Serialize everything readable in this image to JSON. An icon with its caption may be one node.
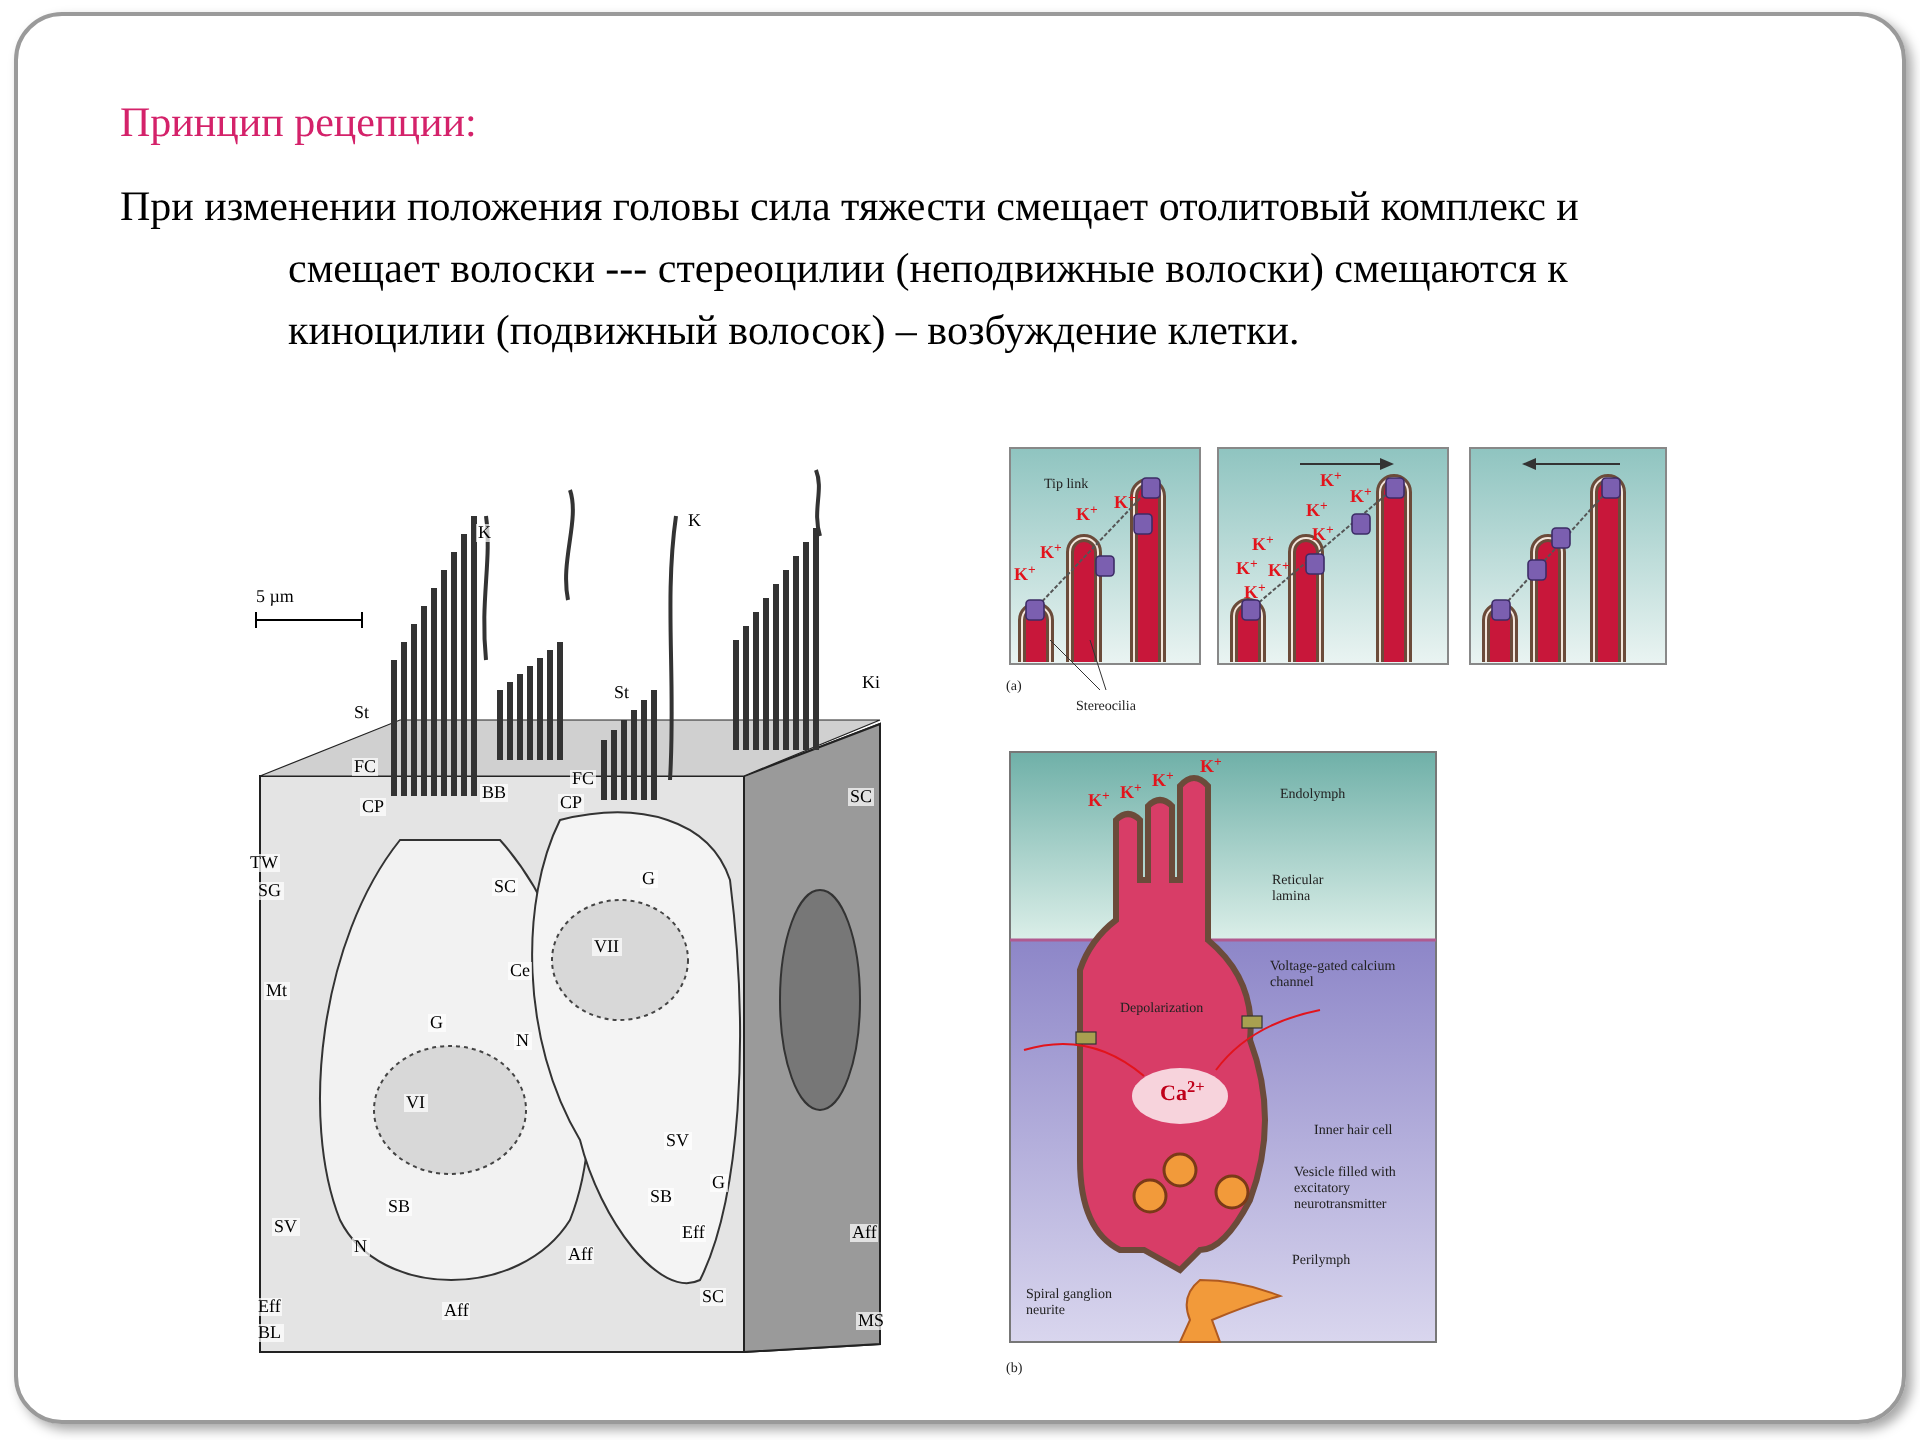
{
  "diagram": {
    "title": "Принцип рецепции:",
    "labels": [
      "При изменении положения головы сила тяжести смещает отолитовый комплекс и смещает волоски --- стереоцилии (неподвижные волоски) смещаются к киноцилии (подвижный волосок) – возбуждение клетки.",
      "5 µm",
      "K",
      "K",
      "Ki",
      "St",
      "St",
      "FC",
      "FC",
      "CP",
      "BB",
      "CP",
      "TW",
      "SG",
      "SC",
      "SC",
      "G",
      "VII",
      "Ce",
      "Mt",
      "G",
      "N",
      "VI",
      "SV",
      "G",
      "SV",
      "SB",
      "SB",
      "N",
      "Eff",
      "Aff",
      "Aff",
      "SC",
      "Eff",
      "Aff",
      "BL",
      "MS",
      "Tip link",
      "K$^{+}$",
      "K$^{+}$",
      "K$^{+}$",
      "K$^{+}$",
      "K$^{+}$",
      "K$^{+}$",
      "K$^{+}$",
      "K$^{+}$",
      "K$^{+}$",
      "K$^{+}$",
      "K$^{+}$",
      "K$^{+}$",
      "(a)",
      "Stereocilia",
      "Endolymph",
      "K$^{+}$",
      "K$^{+}$",
      "K$^{+}$",
      "K$^{+}$",
      "Reticular lamina",
      "Depolarization",
      "Voltage-gated calcium channel",
      "Ca$^{2+}$",
      "Inner hair cell",
      "Vesicle filled with excitatory neurotransmitter",
      "Perilymph",
      "Spiral ganglion neurite",
      "(b)"
    ]
  }
}
